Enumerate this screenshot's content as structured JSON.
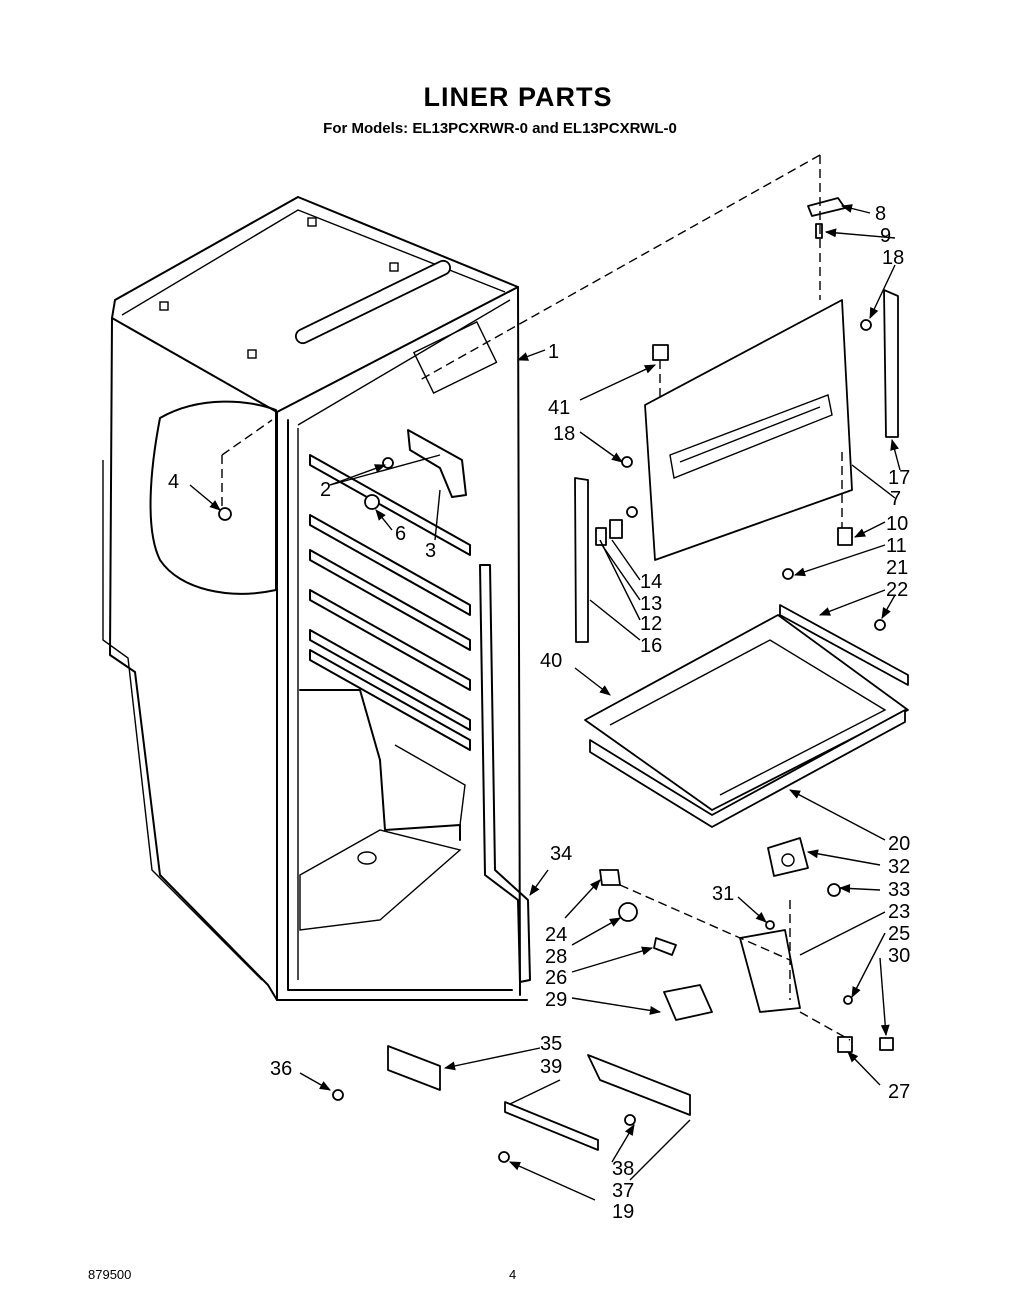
{
  "title": "LINER PARTS",
  "subtitle": "For Models: EL13PCXRWR-0  and EL13PCXRWL-0",
  "footer": {
    "code": "879500",
    "page": "4"
  },
  "callouts": {
    "c1": "1",
    "c2": "2",
    "c3": "3",
    "c4": "4",
    "c6": "6",
    "c7": "7",
    "c8": "8",
    "c9": "9",
    "c10": "10",
    "c11": "11",
    "c12": "12",
    "c13": "13",
    "c14": "14",
    "c16": "16",
    "c17": "17",
    "c18a": "18",
    "c18b": "18",
    "c19": "19",
    "c20": "20",
    "c21": "21",
    "c22": "22",
    "c23": "23",
    "c24": "24",
    "c25": "25",
    "c26": "26",
    "c27": "27",
    "c28": "28",
    "c29": "29",
    "c30": "30",
    "c31": "31",
    "c32": "32",
    "c33": "33",
    "c34": "34",
    "c35": "35",
    "c36": "36",
    "c37": "37",
    "c38": "38",
    "c39": "39",
    "c40": "40",
    "c41": "41"
  }
}
